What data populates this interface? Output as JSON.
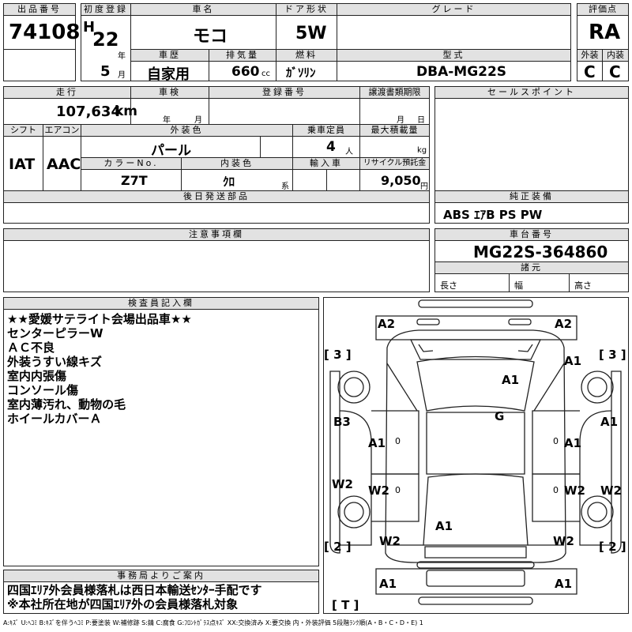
{
  "header": {
    "lot_label": "出品番号",
    "lot_number": "74108",
    "first_reg_label": "初度登録",
    "era_letter": "H",
    "era_year": "22",
    "year_unit": "年",
    "month_value": "5",
    "month_unit": "月",
    "car_name_label": "車名",
    "car_name": "モコ",
    "door_label": "ドア形状",
    "door": "5W",
    "grade_label": "グレード",
    "grade": "",
    "score_label": "評価点",
    "score": "RA",
    "history_label": "車歴",
    "history": "自家用",
    "displacement_label": "排気量",
    "displacement": "660",
    "displacement_unit": "cc",
    "fuel_label": "燃料",
    "fuel": "ｶﾞｿﾘﾝ",
    "model_code_label": "型式",
    "model_code": "DBA-MG22S",
    "exterior_grade_label": "外装",
    "exterior_grade": "C",
    "interior_grade_label": "内装",
    "interior_grade": "C"
  },
  "details": {
    "mileage_label": "走行",
    "mileage": "107,634",
    "mileage_unit": "km",
    "inspection_label": "車検",
    "inspection_year_unit": "年",
    "inspection_month_unit": "月",
    "registration_label": "登録番号",
    "registration": "",
    "transfer_label": "譲渡書類期限",
    "transfer_month_unit": "月",
    "transfer_day_unit": "日",
    "shift_label": "シフト",
    "shift": "IAT",
    "aircon_label": "エアコン",
    "aircon": "AAC",
    "color_label": "外装色",
    "color": "パール",
    "capacity_label": "乗車定員",
    "capacity": "4",
    "capacity_unit": "人",
    "load_label": "最大積載量",
    "load_unit": "kg",
    "color_no_label": "カラーNo.",
    "color_no": "Z7T",
    "interior_color_label": "内装色",
    "interior_color": "ｸﾛ",
    "interior_color_suffix": "系",
    "import_label": "輸入車",
    "recycle_label": "リサイクル預託金",
    "recycle": "9,050",
    "recycle_unit": "円",
    "later_parts_label": "後日発送部品"
  },
  "right_panel": {
    "sales_points_label": "セールスポイント",
    "equipment_label": "純正装備",
    "equipment": "ABS ｴｱB PS PW",
    "chassis_label": "車台番号",
    "chassis": "MG22S-364860",
    "dims_label": "諸元",
    "length_label": "長さ",
    "width_label": "幅",
    "height_label": "高さ"
  },
  "notes": {
    "caution_label": "注意事項欄",
    "inspector_label": "検査員記入欄",
    "inspector_lines": [
      "★★愛媛サテライト会場出品車★★",
      "センターピラーW",
      "ＡＣ不良",
      "外装うすい線キズ",
      "室内内張傷",
      "コンソール傷",
      "室内薄汚れ、動物の毛",
      "ホイールカバーＡ"
    ],
    "office_label": "事務局よりご案内",
    "office_lines": [
      "四国ｴﾘｱ外会員様落札は西日本輸送ｾﾝﾀｰ手配です",
      "※本社所在地が四国ｴﾘｱ外の会員様落札対象"
    ]
  },
  "diagram": {
    "marks": {
      "a2_front_left": "A2",
      "a2_front_right": "A2",
      "bracket_3_left": "[ 3 ]",
      "bracket_3_right": "[ 3 ]",
      "a1_right_upper": "A1",
      "a1_hood": "A1",
      "g_windshield": "G",
      "b3_left_fender": "B3",
      "a1_right_fender": "A1",
      "a1_left_door": "A1",
      "a1_right_door": "A1",
      "w2_left_side": "W2",
      "w2_left_pillar": "W2",
      "w2_right_pillar": "W2",
      "w2_right_side": "W2",
      "a1_roof": "A1",
      "w2_left_rear": "W2",
      "w2_right_rear": "W2",
      "bracket_2_left": "[ 2 ]",
      "bracket_2_right": "[ 2 ]",
      "a1_rear_left": "A1",
      "a1_rear_right": "A1",
      "bracket_t": "[ T ]",
      "zero_mark": "0"
    }
  },
  "legend": "A:ｷｽﾞ U:ﾍｺﾐ B:ｷｽﾞを伴うﾍｺﾐ P:要塗装 W:補修跡 S:錆 C:腐食 G:ﾌﾛﾝﾄｶﾞﾗｽ点ｷｽﾞ XX:交換済み X:要交換 内・外装評価 5段階ﾗﾝｸ順(A・B・C・D・E) 1"
}
